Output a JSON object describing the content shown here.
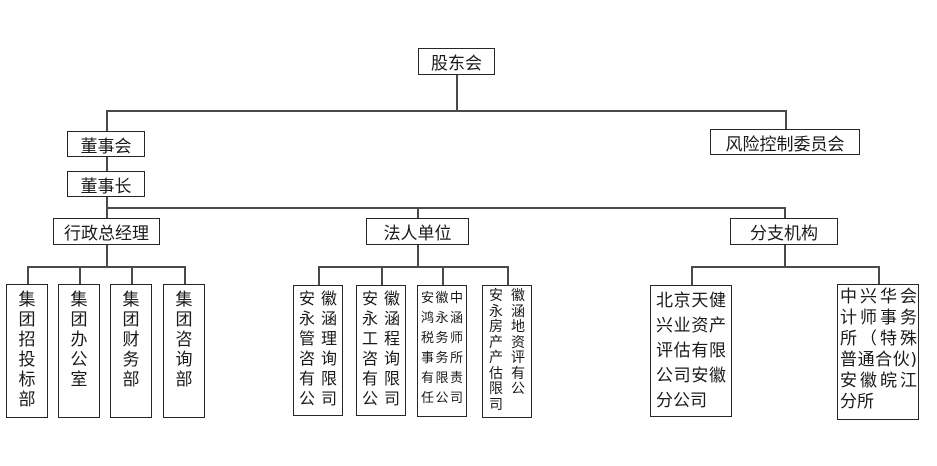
{
  "org": {
    "root": {
      "label": "股东会"
    },
    "level2": {
      "board": {
        "label": "董事会"
      },
      "risk_committee": {
        "label": "风险控制委员会"
      }
    },
    "chairman": {
      "label": "董事长"
    },
    "level3": {
      "admin_gm": {
        "label": "行政总经理"
      },
      "legal_units": {
        "label": "法人单位"
      },
      "branches": {
        "label": "分支机构"
      }
    },
    "departments": [
      "集团招投标部",
      "集团办公室",
      "集团财务部",
      "集团咨询部"
    ],
    "legal_companies": [
      "安徽永涵管理咨询有限公司",
      "安徽永涵工程咨询有限公司",
      "安徽中鸿永涵税务师事务所有限责任公司",
      "安徽永涵房地产资产评估有限公司"
    ],
    "branch_offices": [
      "北京天健兴业资产评估有限公司安徽分公司",
      "中兴华会计师事务所（特殊普通合伙)安徽皖江分所"
    ]
  },
  "colors": {
    "background": "#ffffff",
    "box_border": "#262626",
    "connector_line": "#4a4a4a",
    "text": "#1a1a1a"
  }
}
